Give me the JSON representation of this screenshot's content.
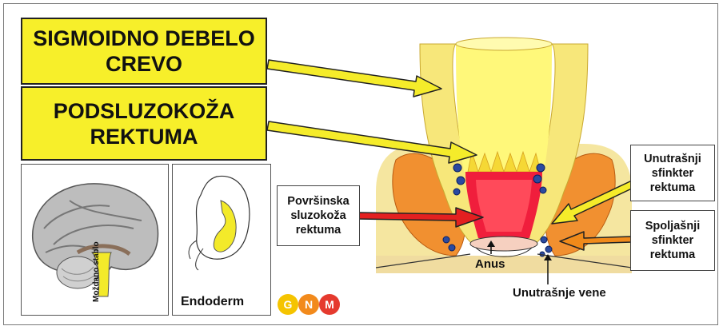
{
  "boxes": {
    "sigmoid_line1": "SIGMOIDNO DEBELO",
    "sigmoid_line2": "CREVO",
    "submucosa_line1": "PODSLUZOKOŽA",
    "submucosa_line2": "REKTUMA"
  },
  "labels": {
    "surface_mucosa": [
      "Površinska",
      "sluzokoža",
      "rektuma"
    ],
    "internal_sphincter": [
      "Unutrašnji",
      "sfinkter",
      "rektuma"
    ],
    "external_sphincter": [
      "Spoljašnji",
      "sfinkter",
      "rektuma"
    ],
    "anus": "Anus",
    "internal_veins": "Unutrašnje vene"
  },
  "thumbnails": {
    "brainstem": "Moždano stablo",
    "endoderm": "Endoderm"
  },
  "logo": {
    "letters": [
      "G",
      "N",
      "M"
    ],
    "colors": [
      "#f5c400",
      "#f28a1c",
      "#e53a2e"
    ]
  },
  "colors": {
    "yellow_box": "#f7ef2a",
    "red_arrow": "#e32020",
    "orange_arrow": "#f08a1a",
    "yellow_arrow": "#f5ec2a"
  }
}
